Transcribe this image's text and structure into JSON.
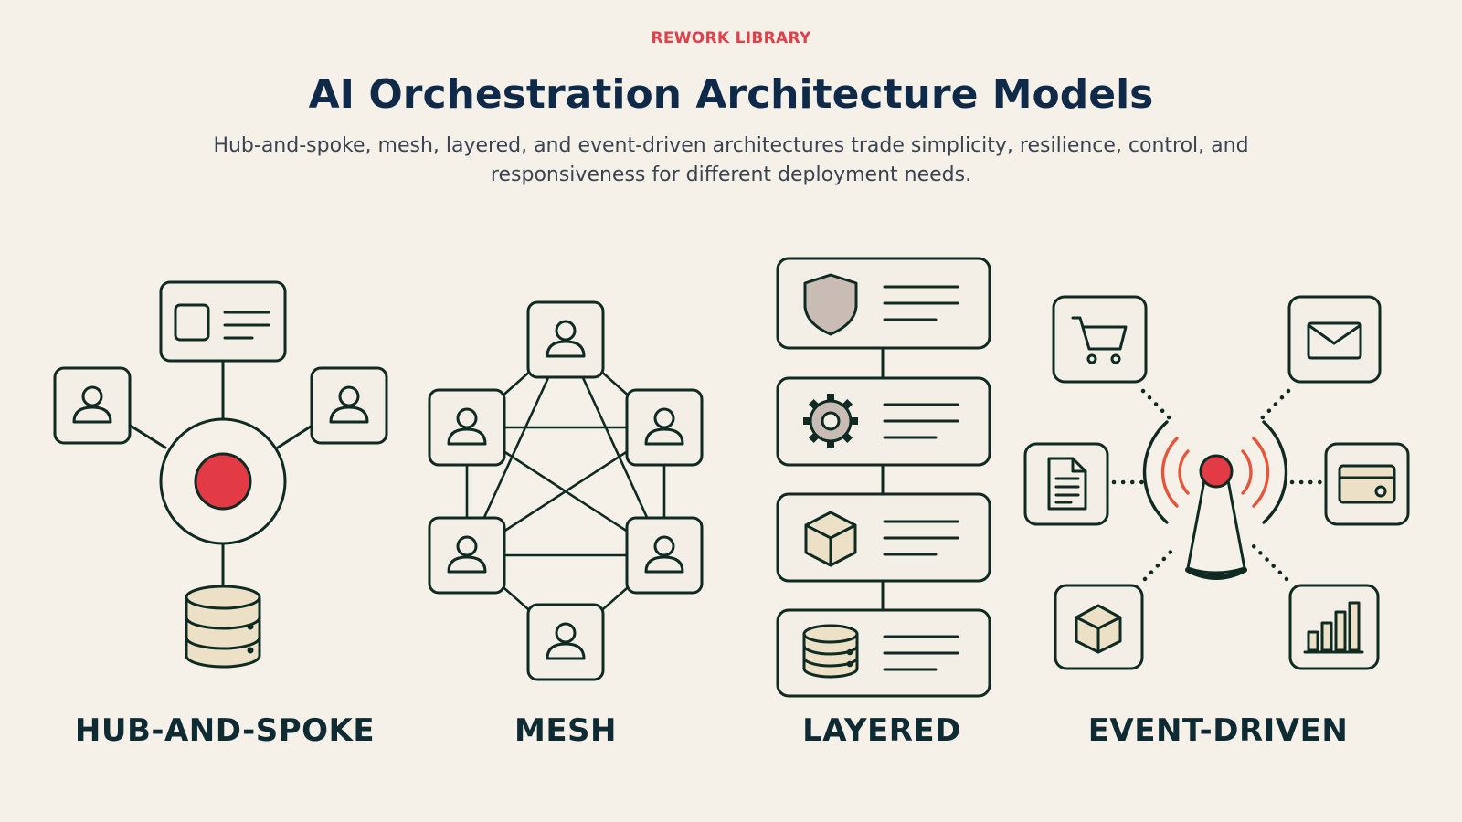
{
  "header": {
    "kicker": "REWORK LIBRARY",
    "title": "AI Orchestration Architecture Models",
    "subtitle": "Hub-and-spoke, mesh, layered, and event-driven architectures trade simplicity, resilience, control, and responsiveness for different deployment needs."
  },
  "models": [
    {
      "label": "HUB-AND-SPOKE"
    },
    {
      "label": "MESH"
    },
    {
      "label": "LAYERED"
    },
    {
      "label": "EVENT-DRIVEN"
    }
  ],
  "colors": {
    "background": "#f5f0e8",
    "stroke": "#0e2a22",
    "accent": "#e23b45",
    "signal": "#e4553a",
    "card": "#f3eee6",
    "fill_beige": "#ece0c6",
    "shield": "#c9bcb5",
    "title": "#0f2a48",
    "kicker": "#e0404a"
  }
}
